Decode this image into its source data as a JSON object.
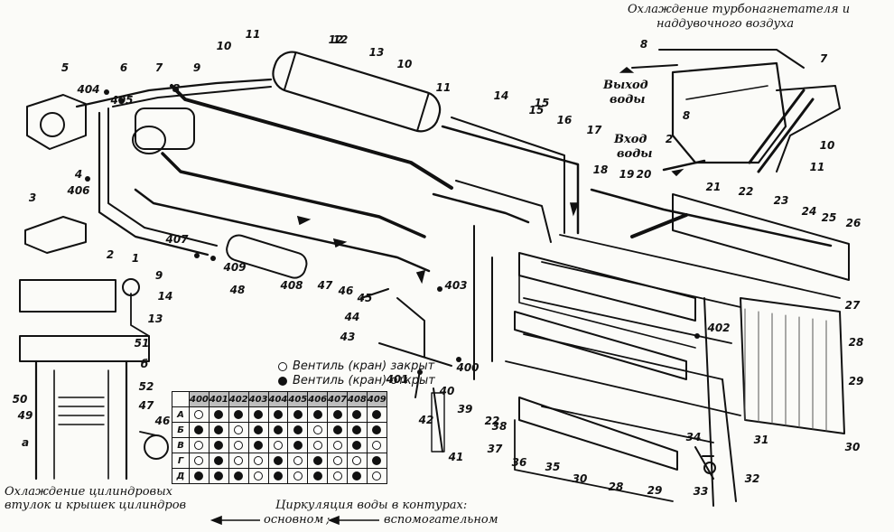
{
  "captions": {
    "top_right": [
      "Охлаждение турбонагнетателя и",
      "наддувочного воздуха"
    ],
    "bottom_left": [
      "Охлаждение цилиндровых",
      "втулок и крышек цилиндров"
    ],
    "water_out": [
      "Выход",
      "воды"
    ],
    "water_in": [
      "Вход",
      "воды"
    ],
    "circulation": "Циркуляция воды в контурах:",
    "main_circuit": "основном",
    "aux_circuit": "вспомогательном",
    "separator": ";"
  },
  "legend": {
    "closed": "Вентиль (кран) закрыт",
    "open": "Вентиль (кран) открыт"
  },
  "valve_table": {
    "columns": [
      "400",
      "401",
      "402",
      "403",
      "404",
      "405",
      "406",
      "407",
      "408",
      "409"
    ],
    "rows": [
      {
        "mode": "А",
        "states": [
          "closed",
          "open",
          "open",
          "open",
          "open",
          "open",
          "open",
          "open",
          "open",
          "open"
        ]
      },
      {
        "mode": "Б",
        "states": [
          "open",
          "open",
          "closed",
          "open",
          "open",
          "open",
          "closed",
          "open",
          "open",
          "open"
        ]
      },
      {
        "mode": "В",
        "states": [
          "closed",
          "open",
          "closed",
          "open",
          "closed",
          "open",
          "closed",
          "closed",
          "open",
          "closed"
        ]
      },
      {
        "mode": "Г",
        "states": [
          "closed",
          "open",
          "closed",
          "closed",
          "open",
          "closed",
          "open",
          "closed",
          "closed",
          "open"
        ]
      },
      {
        "mode": "Д",
        "states": [
          "open",
          "open",
          "open",
          "closed",
          "open",
          "closed",
          "open",
          "closed",
          "open",
          "closed"
        ]
      }
    ]
  },
  "part_numbers": [
    "1",
    "2",
    "3",
    "4",
    "5",
    "6",
    "7",
    "8",
    "9",
    "10",
    "11",
    "12",
    "13",
    "14",
    "15",
    "16",
    "17",
    "18",
    "19",
    "20",
    "21",
    "22",
    "23",
    "24",
    "25",
    "26",
    "27",
    "28",
    "29",
    "30",
    "31",
    "32",
    "33",
    "34",
    "35",
    "36",
    "37",
    "38",
    "39",
    "40",
    "41",
    "42",
    "43",
    "44",
    "45",
    "46",
    "47",
    "48",
    "49",
    "50",
    "51",
    "52",
    "а",
    "б",
    "400",
    "401",
    "402",
    "403",
    "404",
    "405",
    "406",
    "407",
    "408",
    "409"
  ]
}
